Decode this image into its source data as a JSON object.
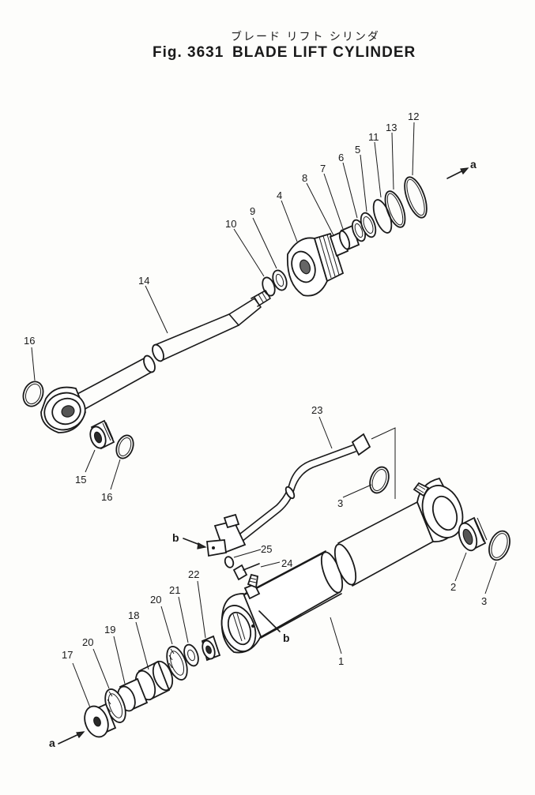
{
  "title": {
    "japanese": "ブレード リフト シリンダ",
    "figure": "Fig. 3631",
    "english": "BLADE LIFT CYLINDER"
  },
  "callouts": [
    {
      "id": "c1",
      "text": "1"
    },
    {
      "id": "c2",
      "text": "2"
    },
    {
      "id": "c3a",
      "text": "3"
    },
    {
      "id": "c3b",
      "text": "3"
    },
    {
      "id": "c4",
      "text": "4"
    },
    {
      "id": "c5",
      "text": "5"
    },
    {
      "id": "c6",
      "text": "6"
    },
    {
      "id": "c7",
      "text": "7"
    },
    {
      "id": "c8",
      "text": "8"
    },
    {
      "id": "c9",
      "text": "9"
    },
    {
      "id": "c10",
      "text": "10"
    },
    {
      "id": "c11",
      "text": "11"
    },
    {
      "id": "c12",
      "text": "12"
    },
    {
      "id": "c13",
      "text": "13"
    },
    {
      "id": "c14",
      "text": "14"
    },
    {
      "id": "c15",
      "text": "15"
    },
    {
      "id": "c16a",
      "text": "16"
    },
    {
      "id": "c16b",
      "text": "16"
    },
    {
      "id": "c17",
      "text": "17"
    },
    {
      "id": "c18",
      "text": "18"
    },
    {
      "id": "c19",
      "text": "19"
    },
    {
      "id": "c20a",
      "text": "20"
    },
    {
      "id": "c20b",
      "text": "20"
    },
    {
      "id": "c21",
      "text": "21"
    },
    {
      "id": "c22",
      "text": "22"
    },
    {
      "id": "c23",
      "text": "23"
    },
    {
      "id": "c24",
      "text": "24"
    },
    {
      "id": "c25",
      "text": "25"
    }
  ],
  "connectors": [
    {
      "id": "a_top",
      "text": "a"
    },
    {
      "id": "a_bottom",
      "text": "a"
    },
    {
      "id": "b_left",
      "text": "b"
    },
    {
      "id": "b_right",
      "text": "b"
    }
  ]
}
